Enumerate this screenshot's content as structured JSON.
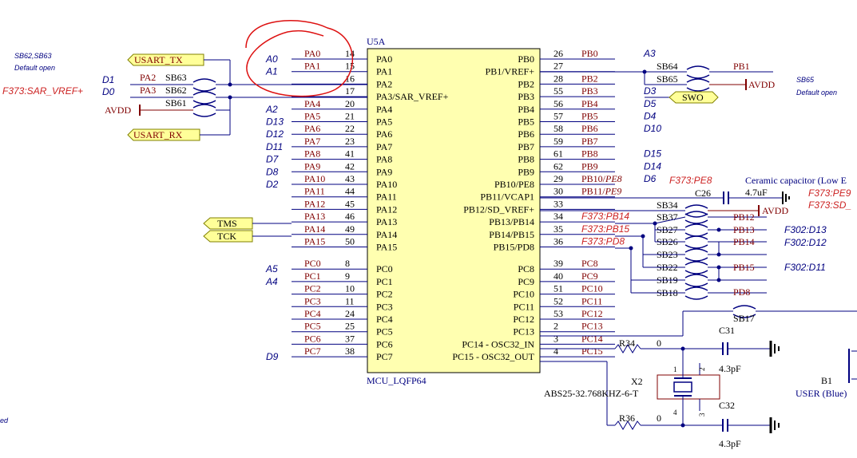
{
  "chip": {
    "ref": "U5A",
    "part": "MCU_LQFP64",
    "left_pins": [
      {
        "num": "14",
        "name": "PA0",
        "net": "PA0",
        "arduino": "A0"
      },
      {
        "num": "15",
        "name": "PA1",
        "net": "PA1",
        "arduino": "A1"
      },
      {
        "num": "16",
        "name": "PA2",
        "net": "",
        "arduino": ""
      },
      {
        "num": "17",
        "name": "PA3/SAR_VREF+",
        "net": "",
        "arduino": ""
      },
      {
        "num": "20",
        "name": "PA4",
        "net": "PA4",
        "arduino": "A2"
      },
      {
        "num": "21",
        "name": "PA5",
        "net": "PA5",
        "arduino": "D13"
      },
      {
        "num": "22",
        "name": "PA6",
        "net": "PA6",
        "arduino": "D12"
      },
      {
        "num": "23",
        "name": "PA7",
        "net": "PA7",
        "arduino": "D11"
      },
      {
        "num": "41",
        "name": "PA8",
        "net": "PA8",
        "arduino": "D7"
      },
      {
        "num": "42",
        "name": "PA9",
        "net": "PA9",
        "arduino": "D8"
      },
      {
        "num": "43",
        "name": "PA10",
        "net": "PA10",
        "arduino": "D2"
      },
      {
        "num": "44",
        "name": "PA11",
        "net": "PA11",
        "arduino": ""
      },
      {
        "num": "45",
        "name": "PA12",
        "net": "PA12",
        "arduino": ""
      },
      {
        "num": "46",
        "name": "PA13",
        "net": "PA13",
        "arduino": ""
      },
      {
        "num": "49",
        "name": "PA14",
        "net": "PA14",
        "arduino": ""
      },
      {
        "num": "50",
        "name": "PA15",
        "net": "PA15",
        "arduino": ""
      },
      {
        "num": "8",
        "name": "PC0",
        "net": "PC0",
        "arduino": "A5"
      },
      {
        "num": "9",
        "name": "PC1",
        "net": "PC1",
        "arduino": "A4"
      },
      {
        "num": "10",
        "name": "PC2",
        "net": "PC2",
        "arduino": ""
      },
      {
        "num": "11",
        "name": "PC3",
        "net": "PC3",
        "arduino": ""
      },
      {
        "num": "24",
        "name": "PC4",
        "net": "PC4",
        "arduino": ""
      },
      {
        "num": "25",
        "name": "PC5",
        "net": "PC5",
        "arduino": ""
      },
      {
        "num": "37",
        "name": "PC6",
        "net": "PC6",
        "arduino": ""
      },
      {
        "num": "38",
        "name": "PC7",
        "net": "PC7",
        "arduino": "D9"
      }
    ],
    "right_pins": [
      {
        "num": "26",
        "name": "PB0",
        "net": "PB0",
        "arduino": "A3",
        "alt": ""
      },
      {
        "num": "27",
        "name": "PB1/VREF+",
        "net": "",
        "arduino": "",
        "alt": ""
      },
      {
        "num": "28",
        "name": "PB2",
        "net": "PB2",
        "arduino": "",
        "alt": ""
      },
      {
        "num": "55",
        "name": "PB3",
        "net": "PB3",
        "arduino": "D3",
        "alt": ""
      },
      {
        "num": "56",
        "name": "PB4",
        "net": "PB4",
        "arduino": "D5",
        "alt": ""
      },
      {
        "num": "57",
        "name": "PB5",
        "net": "PB5",
        "arduino": "D4",
        "alt": ""
      },
      {
        "num": "58",
        "name": "PB6",
        "net": "PB6",
        "arduino": "D10",
        "alt": ""
      },
      {
        "num": "59",
        "name": "PB7",
        "net": "PB7",
        "arduino": "",
        "alt": ""
      },
      {
        "num": "61",
        "name": "PB8",
        "net": "PB8",
        "arduino": "D15",
        "alt": ""
      },
      {
        "num": "62",
        "name": "PB9",
        "net": "PB9",
        "arduino": "D14",
        "alt": ""
      },
      {
        "num": "29",
        "name": "PB10/PE8",
        "net": "PB10/",
        "arduino": "D6",
        "alt": "PE8"
      },
      {
        "num": "30",
        "name": "PB11/VCAP1",
        "net": "PB11/",
        "arduino": "",
        "alt": "PE9"
      },
      {
        "num": "33",
        "name": "PB12/SD_VREF+",
        "net": "",
        "arduino": "",
        "alt": ""
      },
      {
        "num": "34",
        "name": "PB13/PB14",
        "net": "",
        "arduino": "",
        "alt": "F373:PB14"
      },
      {
        "num": "35",
        "name": "PB14/PB15",
        "net": "",
        "arduino": "",
        "alt": "F373:PB15"
      },
      {
        "num": "36",
        "name": "PB15/PD8",
        "net": "",
        "arduino": "",
        "alt": "F373:PD8"
      },
      {
        "num": "39",
        "name": "PC8",
        "net": "PC8",
        "arduino": "",
        "alt": ""
      },
      {
        "num": "40",
        "name": "PC9",
        "net": "PC9",
        "arduino": "",
        "alt": ""
      },
      {
        "num": "51",
        "name": "PC10",
        "net": "PC10",
        "arduino": "",
        "alt": ""
      },
      {
        "num": "52",
        "name": "PC11",
        "net": "PC11",
        "arduino": "",
        "alt": ""
      },
      {
        "num": "53",
        "name": "PC12",
        "net": "PC12",
        "arduino": "",
        "alt": ""
      },
      {
        "num": "2",
        "name": "PC13",
        "net": "PC13",
        "arduino": "",
        "alt": ""
      },
      {
        "num": "3",
        "name": "PC14 - OSC32_IN",
        "net": "PC14",
        "arduino": "",
        "alt": ""
      },
      {
        "num": "4",
        "name": "PC15 - OSC32_OUT",
        "net": "PC15",
        "arduino": "",
        "alt": ""
      }
    ]
  },
  "left_side": {
    "note1": "SB62,SB63",
    "note2": "Default open",
    "usart_tx": "USART_TX",
    "usart_rx": "USART_RX",
    "tms": "TMS",
    "tck": "TCK",
    "f373_sar": "F373:SAR_VREF+",
    "d1": "D1",
    "d0": "D0",
    "net_pa2": "PA2",
    "net_pa3": "PA3",
    "sb63": "SB63",
    "sb62": "SB62",
    "sb61": "SB61",
    "avdd": "AVDD",
    "bottom_text": "ed"
  },
  "right_side": {
    "sb64": "SB64",
    "sb65": "SB65",
    "pb1": "PB1",
    "avdd": "AVDD",
    "sb65_note": "SB65",
    "sb65_note2": "Default open",
    "swo": "SWO",
    "f373_pe8": "F373:PE8",
    "ceramic": "Ceramic capacitor (Low E",
    "c26": "C26",
    "c26_val": "4.7uF",
    "f373_pe9": "F373:PE9",
    "f373_sd": "F373:SD_",
    "avdd2": "AVDD",
    "sb34": "SB34",
    "sb37": "SB37",
    "sb27": "SB27",
    "sb26": "SB26",
    "sb23": "SB23",
    "sb22": "SB22",
    "sb19": "SB19",
    "sb18": "SB18",
    "sb17": "SB17",
    "pb12": "PB12",
    "pb13": "PB13",
    "pb14": "PB14",
    "pb15": "PB15",
    "pd8": "PD8",
    "f302_d13": "F302:D13",
    "f302_d12": "F302:D12",
    "f302_d11": "F302:D11",
    "r34": "R34",
    "r34_val": "0",
    "r36": "R36",
    "r36_val": "0",
    "c31": "C31",
    "c31_val": "4.3pF",
    "c32": "C32",
    "c32_val": "4.3pF",
    "x2": "X2",
    "x2_part": "ABS25-32.768KHZ-6-T",
    "x2_p1": "1",
    "x2_p2": "2",
    "x2_p3": "3",
    "x2_p4": "4",
    "b1": "B1",
    "b1_label": "USER (Blue)"
  },
  "colors": {
    "wire": "#000080",
    "net_text": "#800000",
    "italic_blue": "#000080",
    "red_alt": "#cc2222",
    "chip_fill": "#ffffb0",
    "port_fill": "#ffff99",
    "annotation": "#dd1111"
  }
}
